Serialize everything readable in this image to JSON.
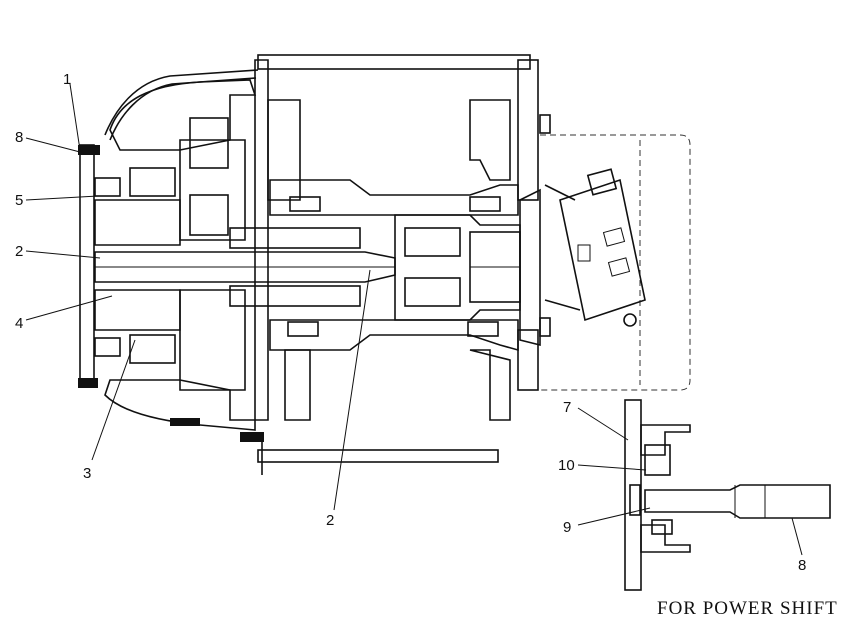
{
  "callouts": [
    {
      "id": "c1",
      "text": "1"
    },
    {
      "id": "c8a",
      "text": "8"
    },
    {
      "id": "c5",
      "text": "5"
    },
    {
      "id": "c2a",
      "text": "2"
    },
    {
      "id": "c4",
      "text": "4"
    },
    {
      "id": "c3",
      "text": "3"
    },
    {
      "id": "c2b",
      "text": "2"
    },
    {
      "id": "c7",
      "text": "7"
    },
    {
      "id": "c10",
      "text": "10"
    },
    {
      "id": "c9",
      "text": "9"
    },
    {
      "id": "c8b",
      "text": "8"
    }
  ],
  "caption": "FOR POWER SHIFT"
}
